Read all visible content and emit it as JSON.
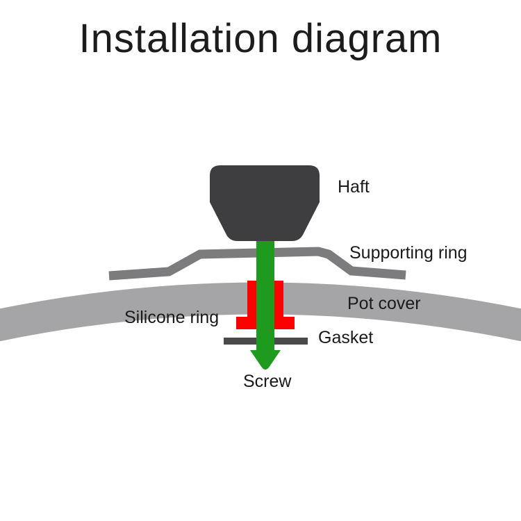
{
  "title": "Installation diagram",
  "labels": {
    "haft": "Haft",
    "supporting_ring": "Supporting ring",
    "pot_cover": "Pot cover",
    "silicone_ring": "Silicone ring",
    "gasket": "Gasket",
    "screw": "Screw"
  },
  "colors": {
    "haft": "#3e3e40",
    "screw": "#1e9b1e",
    "supporting_ring": "#7c7c7e",
    "pot_cover": "#a5a5a7",
    "silicone_ring": "#fe0000",
    "gasket": "#4a4a4c",
    "text": "#1a1a1a",
    "background": "#ffffff"
  }
}
